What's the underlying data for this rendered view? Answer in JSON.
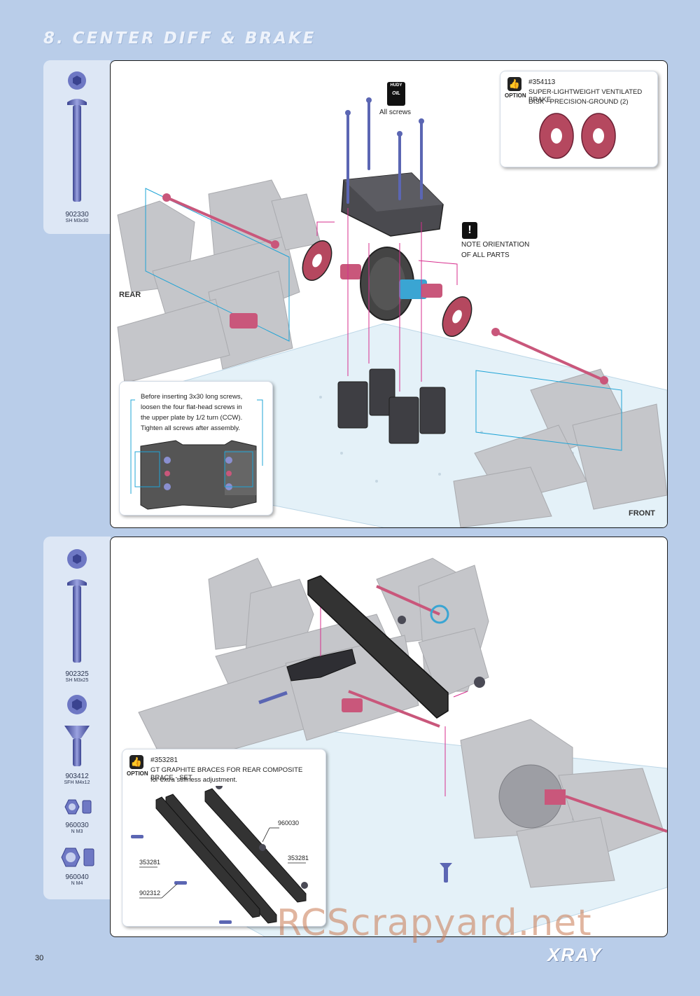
{
  "section_title": "8. CENTER DIFF & BRAKE",
  "step1": {
    "parts": [
      {
        "code": "902330",
        "desc": "SH M3x30"
      }
    ],
    "hudy_label": "HUDY",
    "oil_label": "OIL",
    "all_screws": "All screws",
    "option_box": {
      "option_label": "OPTION",
      "part_number": "#354113",
      "line1": "SUPER-LIGHTWEIGHT VENTILATED BRAKE",
      "line2": "DISK - PRECISION-GROUND (2)"
    },
    "note_line1": "NOTE ORIENTATION",
    "note_line2": "OF ALL PARTS",
    "rear_label": "REAR",
    "front_label": "FRONT",
    "tip_lines": [
      "Before inserting 3x30 long screws,",
      "loosen the four flat-head screws in",
      "the upper plate by 1/2 turn (CCW).",
      "Tighten all screws after assembly."
    ]
  },
  "step2": {
    "parts": [
      {
        "code": "902325",
        "desc": "SH M3x25"
      },
      {
        "code": "903412",
        "desc": "SFH M4x12"
      },
      {
        "code": "960030",
        "desc": "N M3"
      },
      {
        "code": "960040",
        "desc": "N M4"
      }
    ],
    "option_box": {
      "option_label": "OPTION",
      "part_number": "#353281",
      "line1": "GT GRAPHITE BRACES FOR REAR COMPOSITE BRACE - SET",
      "line2": "for extra stiffness adjustment.",
      "labels": [
        "960030",
        "353281",
        "353281",
        "902312"
      ]
    }
  },
  "footer": {
    "page_number": "30",
    "brand": "XRAY",
    "watermark": "RCScrapyard.net"
  },
  "colors": {
    "background": "#b9cde9",
    "partsbar": "#dde7f5",
    "shaft": "#c9577b",
    "hardware": "#5b66b3",
    "callout_line": "#1fa4d6",
    "guide_line": "#d72e8e"
  }
}
